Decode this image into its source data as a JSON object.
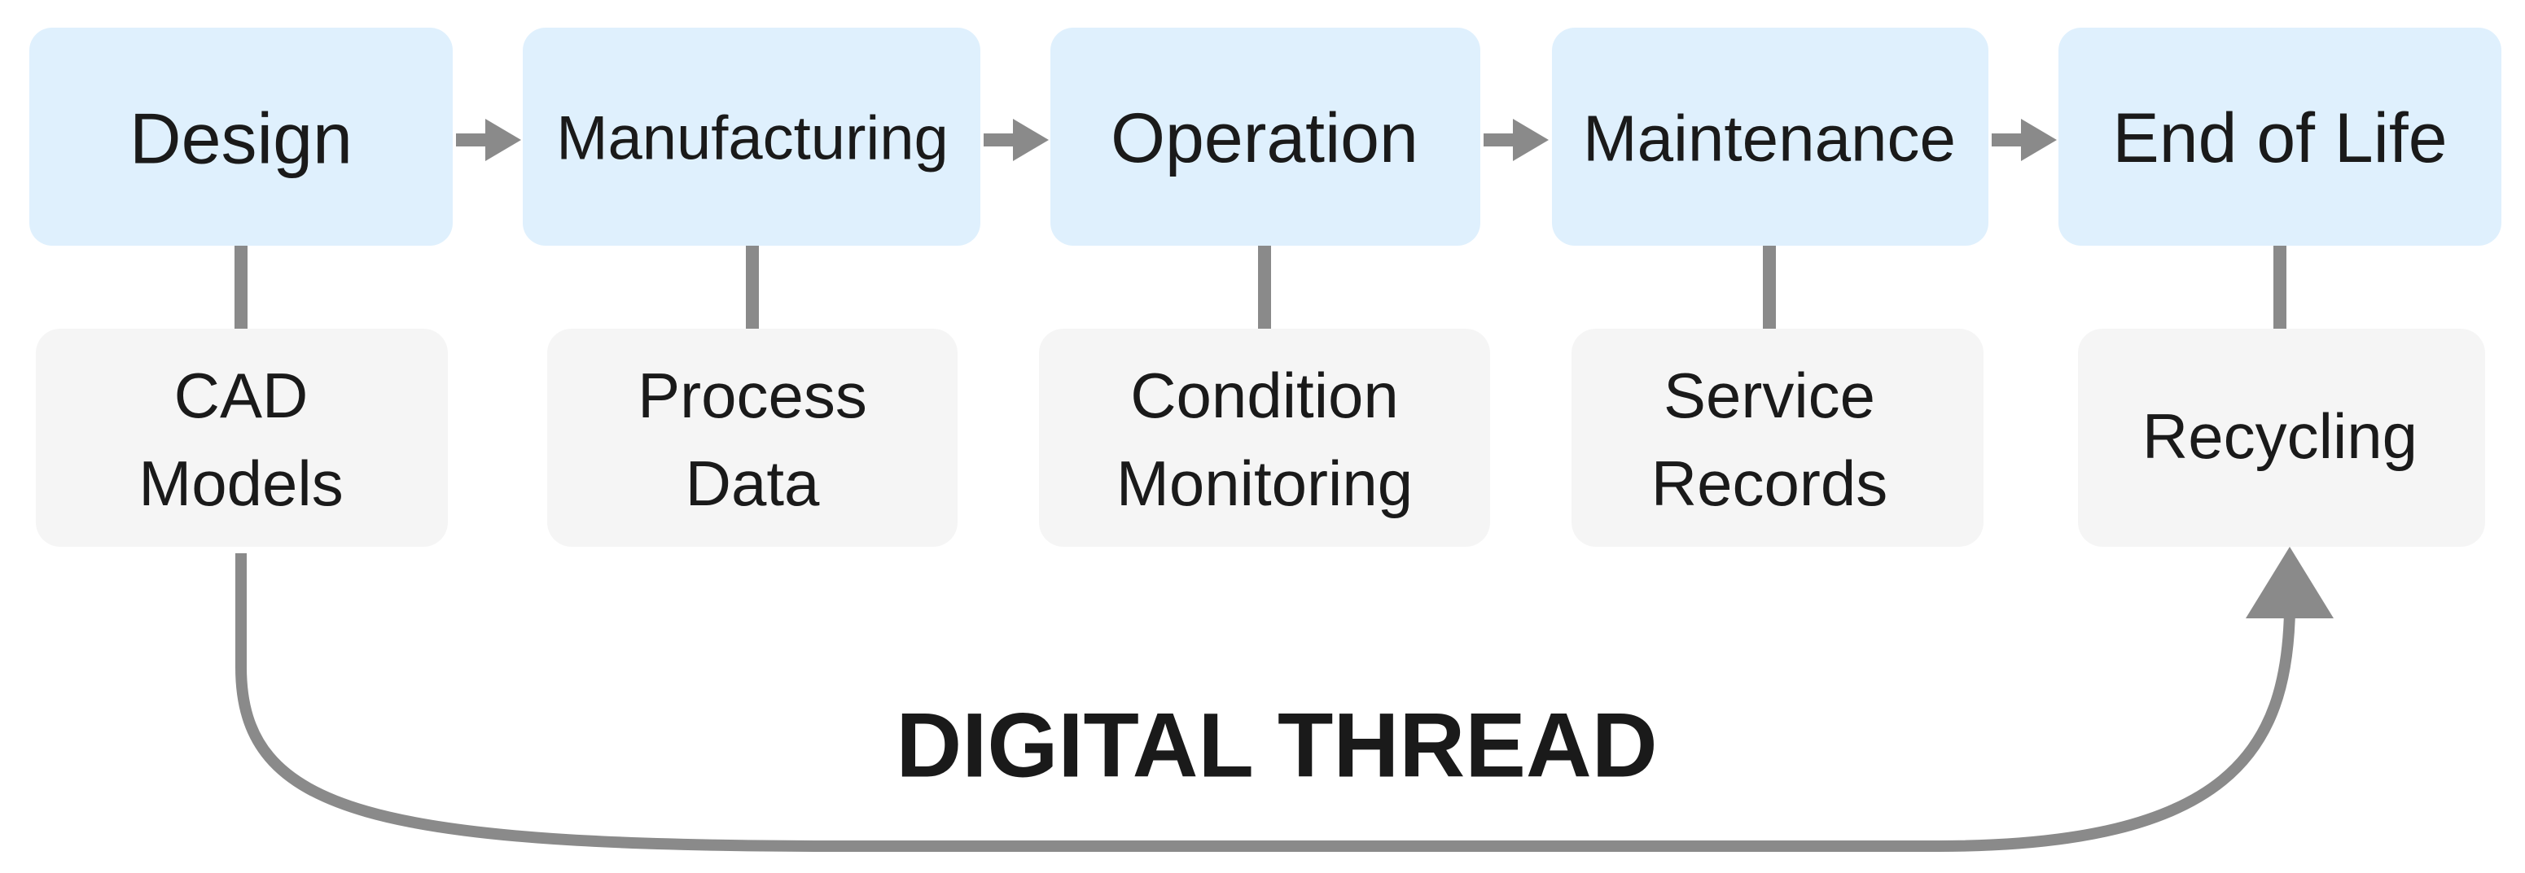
{
  "stages": [
    {
      "label": "Design"
    },
    {
      "label": "Manufacturing"
    },
    {
      "label": "Operation"
    },
    {
      "label": "Maintenance"
    },
    {
      "label": "End of Life"
    }
  ],
  "artifacts": [
    {
      "lines": [
        "CAD",
        "Models"
      ]
    },
    {
      "lines": [
        "Process",
        "Data"
      ]
    },
    {
      "lines": [
        "Condition",
        "Monitoring"
      ]
    },
    {
      "lines": [
        "Service",
        "Records"
      ]
    },
    {
      "lines": [
        "Recycling"
      ]
    }
  ],
  "thread": {
    "label": "DIGITAL THREAD"
  },
  "colors": {
    "stage_fill": "#dff0fd",
    "artifact_fill": "#f5f5f5",
    "connector": "#8a8a8a",
    "text": "#1a1a1a"
  }
}
